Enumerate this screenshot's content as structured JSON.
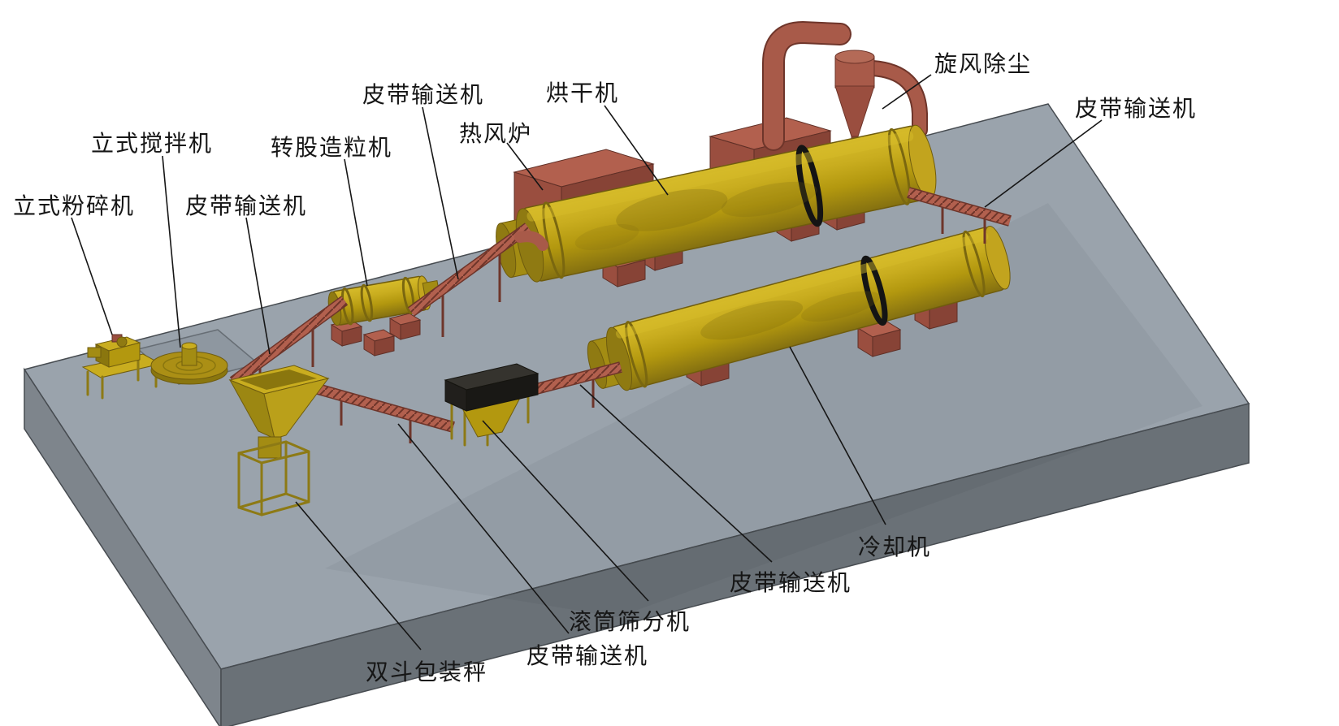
{
  "colors": {
    "bg": "#ffffff",
    "ink": "#161616",
    "platform_top": "#9aa3ac",
    "platform_front": "#7e858c",
    "platform_side": "#6a7177",
    "gold": "#b3980f",
    "gold_light": "#c9ad1f",
    "gold_dark": "#8a760e",
    "red_top": "#b2604e",
    "red_front": "#9a4e3f",
    "red_side": "#874336",
    "red_line": "#7a3b30"
  },
  "labels": {
    "crusher": "立式粉碎机",
    "mixer": "立式搅拌机",
    "conveyor_a": "皮带输送机",
    "granulator": "转股造粒机",
    "conveyor_b": "皮带输送机",
    "furnace": "热风炉",
    "dryer": "烘干机",
    "cyclone": "旋风除尘",
    "conveyor_c": "皮带输送机",
    "cooler": "冷却机",
    "conveyor_d": "皮带输送机",
    "screen": "滚筒筛分机",
    "conveyor_e": "皮带输送机",
    "packer": "双斗包装秤"
  }
}
